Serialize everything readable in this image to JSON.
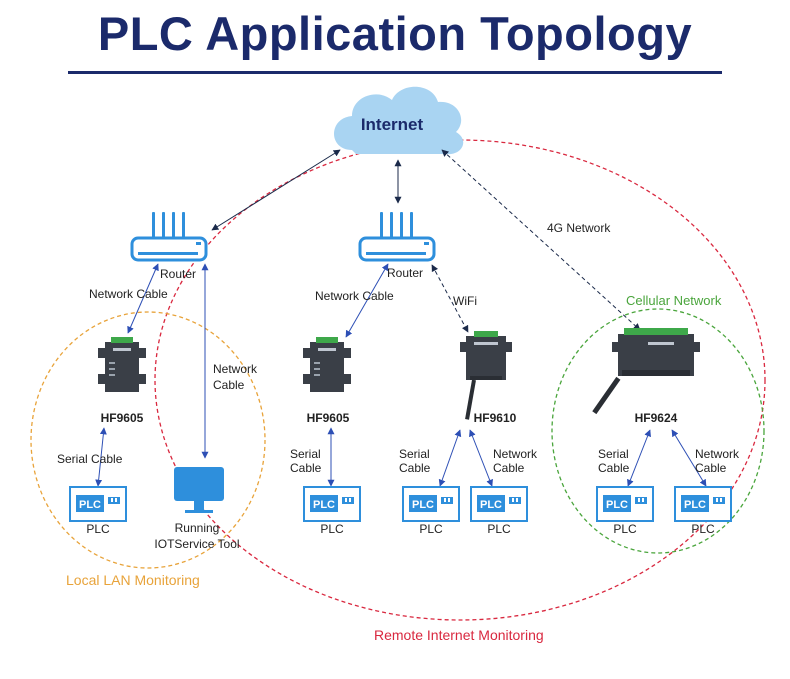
{
  "title": "PLC Application Topology",
  "labels": {
    "internet": "Internet",
    "router_left": "Router",
    "router_center": "Router",
    "network_cable_left": "Network Cable",
    "network_cable_center": "Network Cable",
    "network_cable_pc_1": "Network",
    "network_cable_pc_2": "Cable",
    "wifi": "WiFi",
    "network_4g": "4G Network",
    "cellular_network": "Cellular Network",
    "hf9605_left": "HF9605",
    "hf9605_center": "HF9605",
    "hf9610": "HF9610",
    "hf9624": "HF9624",
    "serial_cable_left": "Serial Cable",
    "serial_cable_1": "Serial",
    "serial_cable_2": "Cable",
    "network_cable_small_1": "Network",
    "network_cable_small_2": "Cable",
    "plc_text": "PLC",
    "plc_caption": "PLC",
    "running_1": "Running",
    "running_2": "IOTService Tool",
    "local_lan": "Local LAN Monitoring",
    "remote_internet": "Remote Internet Monitoring"
  },
  "colors": {
    "title": "#1b2a6b",
    "cloud": "#a9d4f2",
    "internet_text": "#1b2a6b",
    "router": "#2e8fdc",
    "arrow_blue": "#2d4fb5",
    "local_lan": "#e8a33a",
    "remote": "#d9283f",
    "cellular": "#4aa53c",
    "plc": "#2e8fdc"
  }
}
